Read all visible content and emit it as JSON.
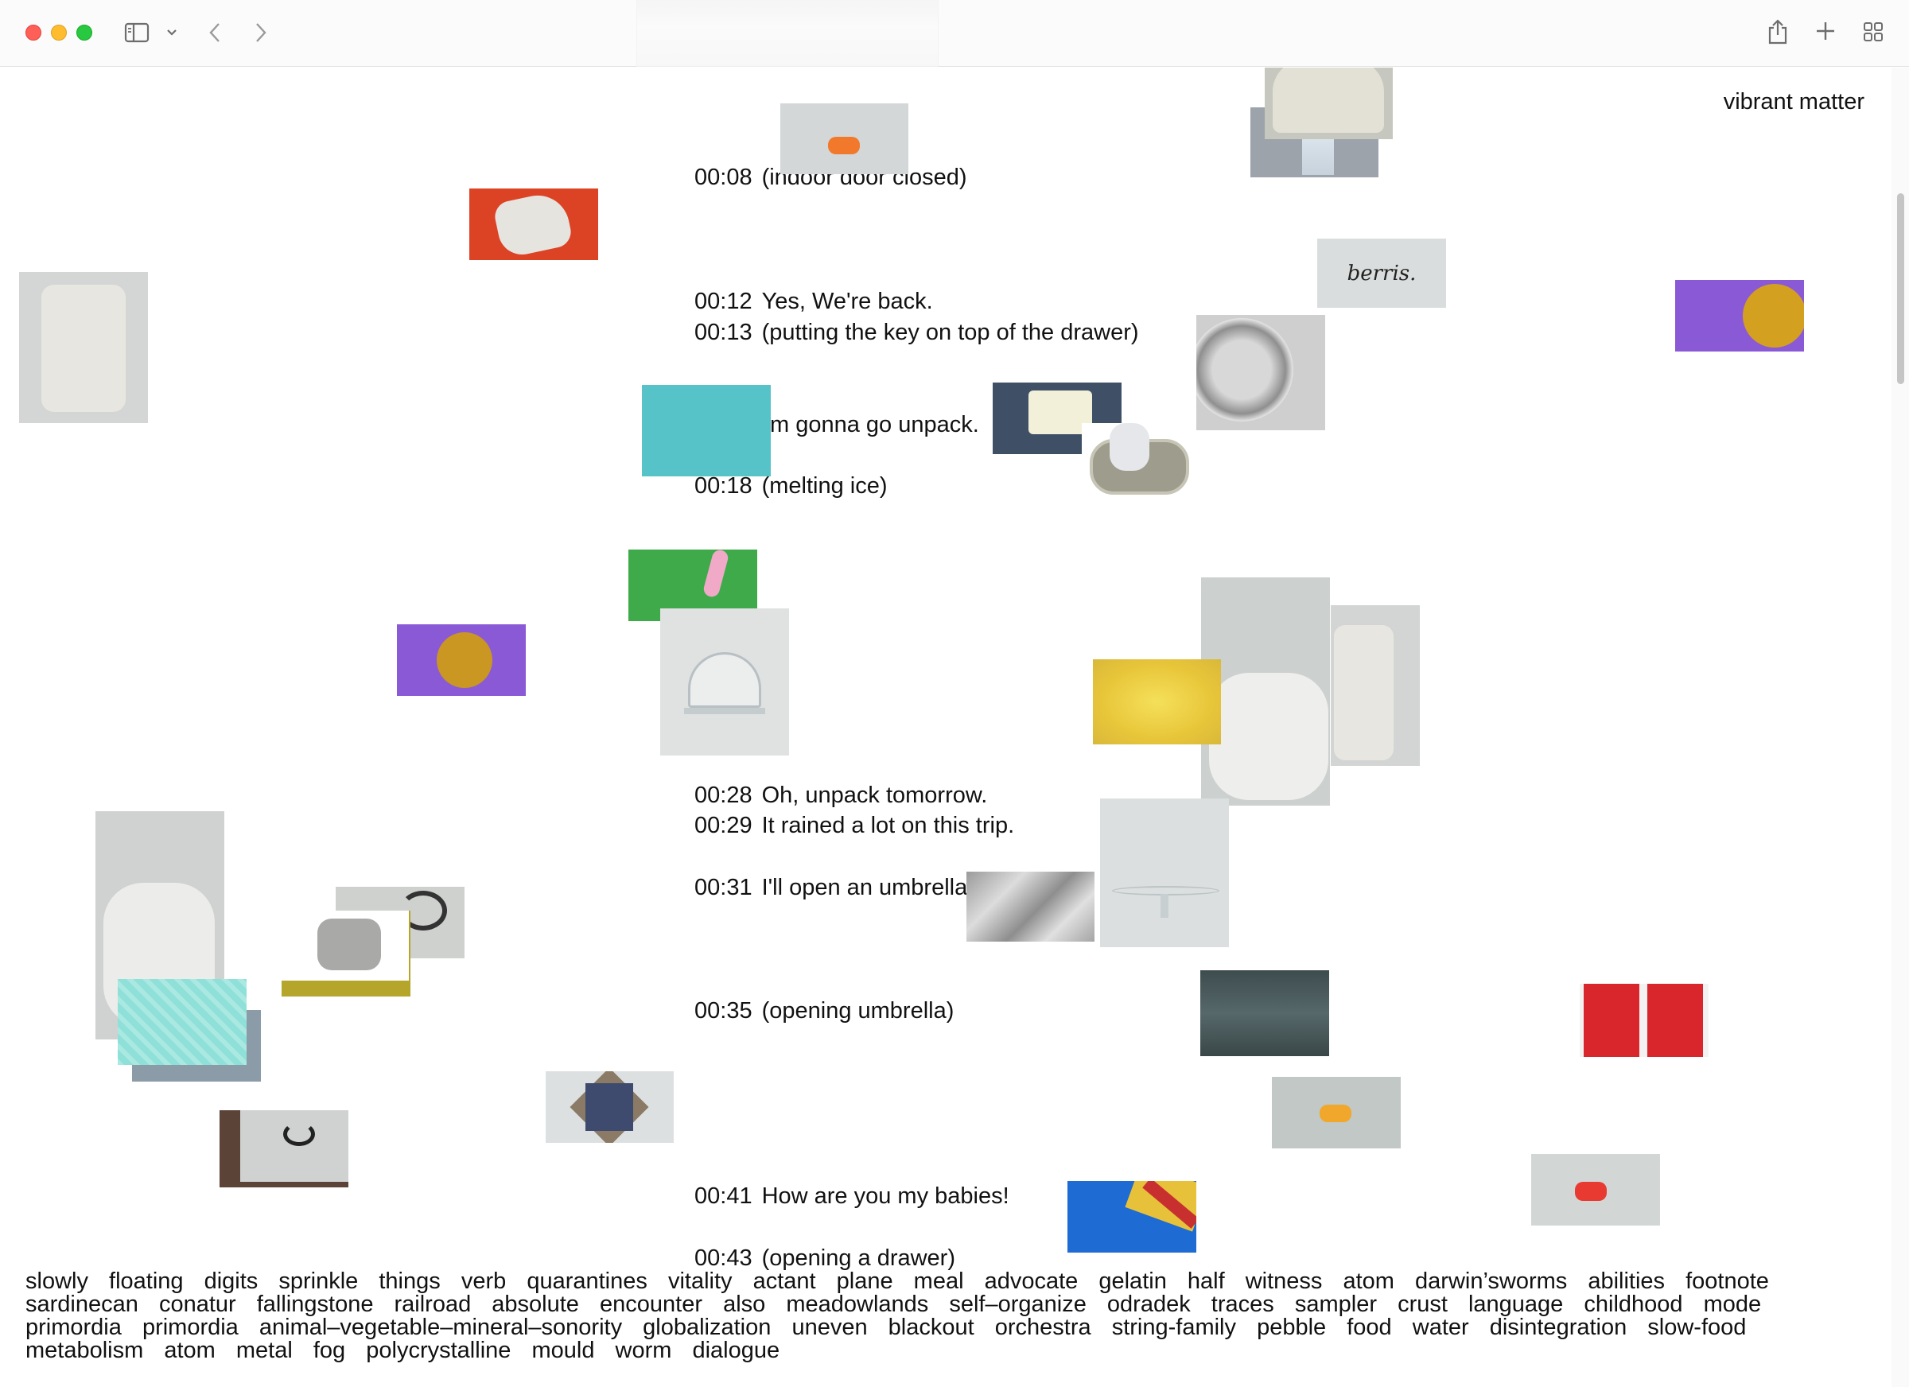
{
  "toolbar": {
    "icons": [
      "sidebar-icon",
      "chevron-down-icon",
      "back-icon",
      "forward-icon",
      "share-icon",
      "plus-icon",
      "tab-overview-icon"
    ]
  },
  "page": {
    "title": "vibrant matter",
    "transcript": [
      {
        "time": "00:08",
        "text": "(indoor door closed)"
      },
      {
        "time": "00:12",
        "text": "Yes, We're back."
      },
      {
        "time": "00:13",
        "text": "(putting the key on top of the drawer)"
      },
      {
        "time": "",
        "text": "m gonna go unpack."
      },
      {
        "time": "00:18",
        "text": "(melting ice)"
      },
      {
        "time": "00:28",
        "text": "Oh, unpack tomorrow."
      },
      {
        "time": "00:29",
        "text": "It rained a lot on this trip."
      },
      {
        "time": "00:31",
        "text": "I'll open an umbrella"
      },
      {
        "time": "00:35",
        "text": "(opening umbrella)"
      },
      {
        "time": "00:41",
        "text": "How are you my babies!"
      },
      {
        "time": "00:43",
        "text": "(opening a drawer)"
      }
    ],
    "handwritten_note": "berris.",
    "keywords": [
      "slowly",
      "floating",
      "digits",
      "sprinkle",
      "things",
      "verb",
      "quarantines",
      "vitality",
      "actant",
      "plane",
      "meal",
      "advocate",
      "gelatin",
      "half",
      "witness",
      "atom",
      "darwin’sworms",
      "abilities",
      "footnote",
      "sardinecan",
      "conatur",
      "fallingstone",
      "railroad",
      "absolute",
      "encounter",
      "also",
      "meadowlands",
      "self–organize",
      "odradek",
      "traces",
      "sampler",
      "crust",
      "language",
      "childhood",
      "mode",
      "primordia",
      "primordia",
      "animal–vegetable–mineral–sonority",
      "globalization",
      "uneven",
      "blackout",
      "orchestra",
      "string-family",
      "pebble",
      "food",
      "water",
      "disintegration",
      "slow-food",
      "metabolism",
      "atom",
      "metal",
      "fog",
      "polycrystalline",
      "mould",
      "worm",
      "dialogue"
    ]
  },
  "colors": {
    "accent_red": "#e0442a",
    "purple": "#8a5ad6",
    "teal": "#55c3c8",
    "green": "#3faa4a"
  }
}
